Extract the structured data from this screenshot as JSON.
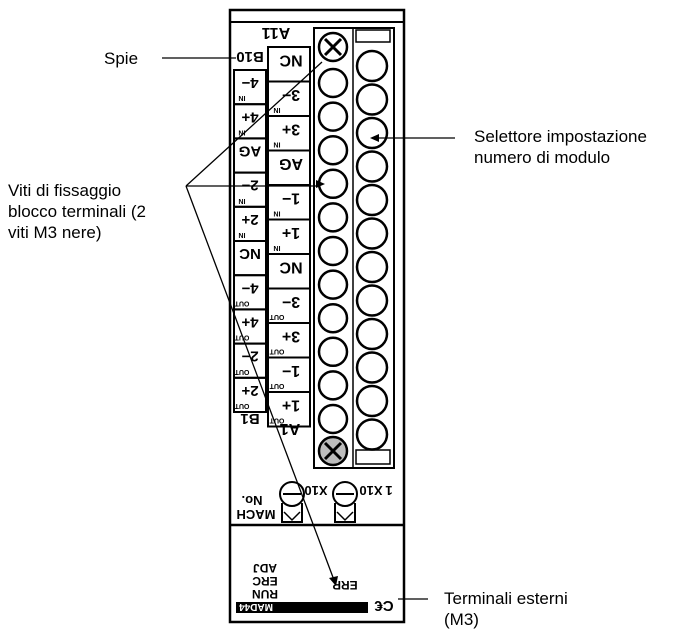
{
  "callouts": {
    "spie": "Spie",
    "selettore_line1": "Selettore impostazione",
    "selettore_line2": "numero di modulo",
    "viti_line1": "Viti di fissaggio",
    "viti_line2": "blocco terminali (2",
    "viti_line3": "viti M3 nere)",
    "terminali_line1": "Terminali esterni",
    "terminali_line2": "(M3)"
  },
  "module": {
    "top_row_label": "A11",
    "bottom_row_label": "A1",
    "left_top_label": "B10",
    "left_bottom_label": "B1",
    "mach_label": "MACH",
    "no_label": "No.",
    "x10_left": "X10",
    "x10_right": "X10",
    "x10_right_suffix": "1",
    "led_run": "RUN",
    "led_erc": "ERC",
    "led_adj": "ADJ",
    "led_err": "ERR",
    "model_label": "MAD44",
    "logo_mark": "C€",
    "left_terminals": [
      "4−",
      "4+",
      "AG",
      "2−",
      "2+",
      "NC",
      "4−",
      "4+",
      "2−",
      "2+"
    ],
    "left_sub": [
      "IN",
      "IN",
      "",
      "IN",
      "IN",
      "",
      "OUT",
      "OUT",
      "OUT",
      "OUT"
    ],
    "right_terminals": [
      "NC",
      "3−",
      "3+",
      "AG",
      "1−",
      "1+",
      "NC",
      "3−",
      "3+",
      "1−",
      "1+"
    ],
    "right_sub": [
      "",
      "IN",
      "IN",
      "",
      "IN",
      "IN",
      "",
      "OUT",
      "OUT",
      "OUT",
      "OUT"
    ]
  }
}
